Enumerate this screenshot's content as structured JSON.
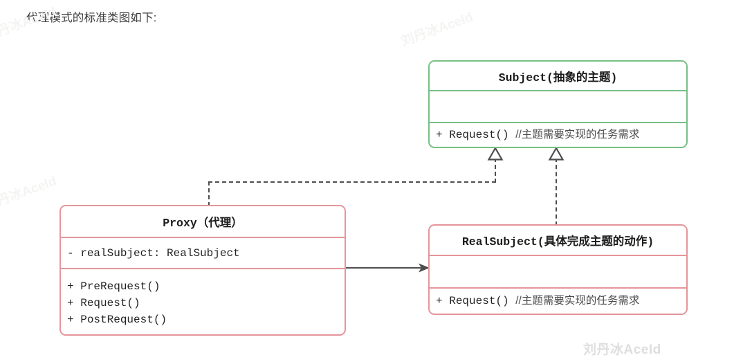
{
  "caption": "代理模式的标准类图如下:",
  "watermarks": {
    "main": "刘丹冰AceId",
    "faint_1": "刘丹冰AceId",
    "faint_2": "刘丹冰AceId",
    "faint_3": "刘丹冰AceId"
  },
  "colors": {
    "abstract_border": "#77bf86",
    "concrete_border": "#e5959b",
    "connector": "#4d4d4d",
    "text": "#222222",
    "watermark": "#dededf"
  },
  "classes": {
    "subject": {
      "name": "Subject",
      "annotation": "(抽象的主题)",
      "title": "Subject(抽象的主题)",
      "stereotype": "abstract",
      "attributes": [],
      "methods": [
        {
          "visibility": "+",
          "signature": "Request()",
          "comment": "//主题需要实现的任务需求"
        }
      ]
    },
    "proxy": {
      "name": "Proxy",
      "annotation": "（代理）",
      "title": "Proxy（代理）",
      "stereotype": "concrete",
      "attributes": [
        {
          "visibility": "-",
          "signature": "realSubject: RealSubject",
          "comment": ""
        }
      ],
      "methods": [
        {
          "visibility": "+",
          "signature": "PreRequest()",
          "comment": ""
        },
        {
          "visibility": "+",
          "signature": "Request()",
          "comment": ""
        },
        {
          "visibility": "+",
          "signature": "PostRequest()",
          "comment": ""
        }
      ]
    },
    "real_subject": {
      "name": "RealSubject",
      "annotation": "(具体完成主题的动作)",
      "title": "RealSubject(具体完成主题的动作)",
      "stereotype": "concrete",
      "attributes": [],
      "methods": [
        {
          "visibility": "+",
          "signature": "Request()",
          "comment": "//主题需要实现的任务需求"
        }
      ]
    }
  },
  "relations": [
    {
      "id": "proxy-implements-subject",
      "kind": "realization",
      "line": "dashed",
      "arrowhead": "hollow-triangle",
      "from": "Proxy",
      "to": "Subject",
      "label": ""
    },
    {
      "id": "realsubject-implements-subject",
      "kind": "realization",
      "line": "dashed",
      "arrowhead": "hollow-triangle",
      "from": "RealSubject",
      "to": "Subject",
      "label": ""
    },
    {
      "id": "proxy-association-realsubject",
      "kind": "association",
      "line": "solid",
      "arrowhead": "filled-arrow",
      "from": "Proxy",
      "to": "RealSubject",
      "label": ""
    }
  ]
}
